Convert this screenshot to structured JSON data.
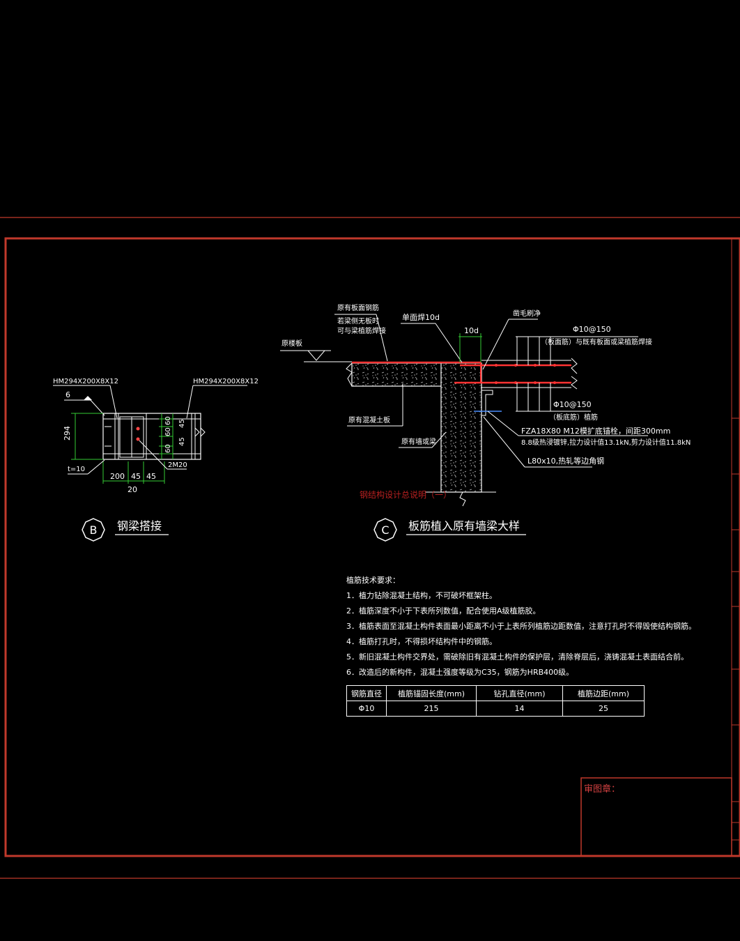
{
  "detail_b": {
    "marker": "B",
    "title": "钢梁搭接",
    "left_beam": "HM294X200X8X12",
    "right_beam": "HM294X200X8X12",
    "dim_6": "6",
    "dim_294": "294",
    "dim_t10": "t=10",
    "dim_200": "200",
    "dim_45a": "45",
    "dim_45b": "45",
    "dim_20": "20",
    "dim_v60a": "60",
    "dim_v60b": "60",
    "dim_v45a": "45",
    "dim_v45b": "45",
    "dim_v60c": "60",
    "bolt": "2M20"
  },
  "detail_c": {
    "marker": "C",
    "title": "板筋植入原有墙梁大样",
    "orig_slab_face": "原有板面钢筋",
    "remove_note_1": "若梁侧无板时",
    "remove_note_2": "可与梁植筋焊接",
    "orig_floor": "原楼板",
    "weld_label": "单面焊10d",
    "dim_10d": "10d",
    "roughen": "凿毛刷净",
    "top_rebar": "Φ10@150",
    "top_rebar_note": "（板面筋）与既有板面或梁植筋焊接",
    "bottom_rebar": "Φ10@150",
    "bottom_rebar_note": "（板底筋）植筋",
    "anchor_bolt": "FZA18X80 M12模扩底锚栓，间距300mm",
    "bolt_grade": "8.8级热浸镀锌,拉力设计值13.1kN,剪力设计值11.8kN",
    "angle": "L80x10,热轧等边角钢",
    "orig_slab": "原有混凝土板",
    "orig_wall_beam": "原有墙或梁",
    "watermark": "钢结构设计总说明（一）"
  },
  "requirements": {
    "heading": "植筋技术要求：",
    "items": [
      "1．植力钻除混凝土结构，不可破坏框架柱。",
      "2．植筋深度不小于下表所列数值，配合使用A级植筋胶。",
      "3．植筋表面至混凝土构件表面最小距离不小于上表所列植筋边距数值，注意打孔时不得毁使结构钢筋。",
      "4．植筋打孔时，不得损坏结构件中的钢筋。",
      "5．新旧混凝土构件交界处，需破除旧有混凝土构件的保护层，清除脊层后，浇铸混凝土表面结合前。",
      "6．改造后的新构件，混凝土强度等级为C35，钢筋为HRB400级。"
    ]
  },
  "anchor_table": {
    "headers": [
      "钢筋直径",
      "植筋锚固长度(mm)",
      "钻孔直径(mm)",
      "植筋边距(mm)"
    ],
    "rows": [
      [
        "Φ10",
        "215",
        "14",
        "25"
      ]
    ]
  },
  "title_block": {
    "review_stamp": "审图章："
  },
  "colors": {
    "background": "#000000",
    "frame": "#c0392b",
    "line": "#ffffff",
    "dimension": "#33cc33",
    "rebar": "#ff3333",
    "watermark": "#b82020"
  }
}
